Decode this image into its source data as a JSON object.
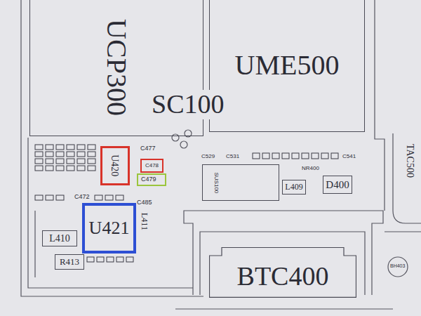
{
  "diagram": {
    "nodes": [
      {
        "text": [
          "UCP300"
        ]
      },
      {
        "text": [
          "UME500"
        ]
      },
      {
        "text": [
          "U420"
        ]
      },
      {
        "text": [
          "C478"
        ]
      },
      {
        "text": [
          "U421"
        ]
      },
      {
        "text": [
          "L410"
        ]
      },
      {
        "text": [
          "R413"
        ]
      },
      {
        "text": [
          "SUS100"
        ]
      },
      {
        "text": [
          "L409"
        ]
      },
      {
        "text": [
          "D400"
        ]
      },
      {
        "text": [
          "BTC400"
        ]
      }
    ],
    "labels": [
      "SC100",
      "C477",
      "C479",
      "C472",
      "C485",
      "L411",
      "C529",
      "C531",
      "NR400",
      "C541",
      "TAC500",
      "BH403"
    ]
  }
}
